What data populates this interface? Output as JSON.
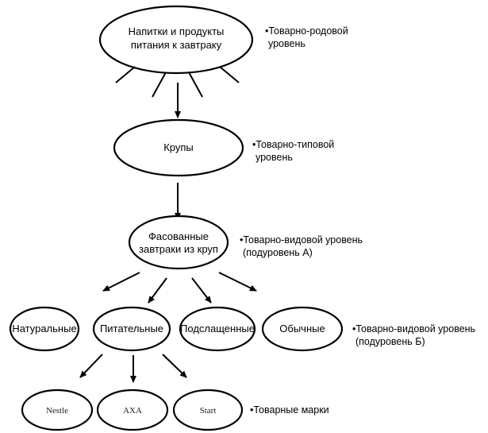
{
  "diagram": {
    "nodes": {
      "root": [
        "Напитки и продукты",
        "питания к завтраку"
      ],
      "type": [
        "Крупы"
      ],
      "kind_a": [
        "Фасованные",
        "завтраки из круп"
      ],
      "kind_b": [
        "Натуральные",
        "Питательные",
        "Подслащенные",
        "Обычные"
      ],
      "brands": [
        "Nestle",
        "AXA",
        "Start"
      ]
    },
    "levels": {
      "generic": [
        "•Товарно-родовой",
        "уровень"
      ],
      "type": [
        "•Товарно-типовой",
        "уровень"
      ],
      "kind_a": [
        "•Товарно-видовой уровень",
        "(подуровень А)"
      ],
      "kind_b": [
        "•Товарно-видовой уровень",
        "(подуровень Б)"
      ],
      "brands": [
        "•Товарные марки"
      ]
    }
  }
}
